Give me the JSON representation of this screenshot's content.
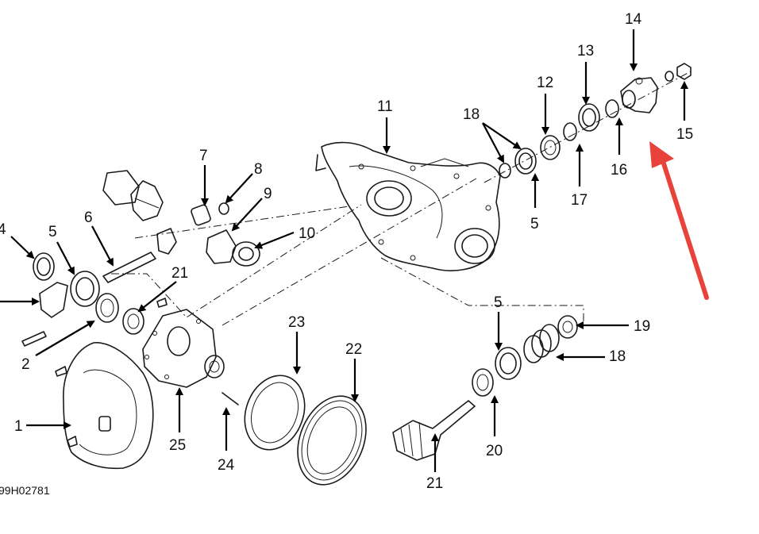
{
  "diagram": {
    "figure_code": "99H02781",
    "accent_color": "#e8433b",
    "callouts": [
      {
        "id": "c1",
        "label": "1"
      },
      {
        "id": "c2",
        "label": "2"
      },
      {
        "id": "c4",
        "label": "4"
      },
      {
        "id": "c5a",
        "label": "5"
      },
      {
        "id": "c6",
        "label": "6"
      },
      {
        "id": "c7",
        "label": "7"
      },
      {
        "id": "c8",
        "label": "8"
      },
      {
        "id": "c9",
        "label": "9"
      },
      {
        "id": "c10",
        "label": "10"
      },
      {
        "id": "c11",
        "label": "11"
      },
      {
        "id": "c12",
        "label": "12"
      },
      {
        "id": "c13",
        "label": "13"
      },
      {
        "id": "c14",
        "label": "14"
      },
      {
        "id": "c15",
        "label": "15"
      },
      {
        "id": "c16",
        "label": "16"
      },
      {
        "id": "c17",
        "label": "17"
      },
      {
        "id": "c18a",
        "label": "18"
      },
      {
        "id": "c5b",
        "label": "5"
      },
      {
        "id": "c21a",
        "label": "21"
      },
      {
        "id": "c23",
        "label": "23"
      },
      {
        "id": "c22",
        "label": "22"
      },
      {
        "id": "c25",
        "label": "25"
      },
      {
        "id": "c24",
        "label": "24"
      },
      {
        "id": "c5c",
        "label": "5"
      },
      {
        "id": "c19",
        "label": "19"
      },
      {
        "id": "c18b",
        "label": "18"
      },
      {
        "id": "c20",
        "label": "20"
      },
      {
        "id": "c21b",
        "label": "21"
      }
    ]
  }
}
